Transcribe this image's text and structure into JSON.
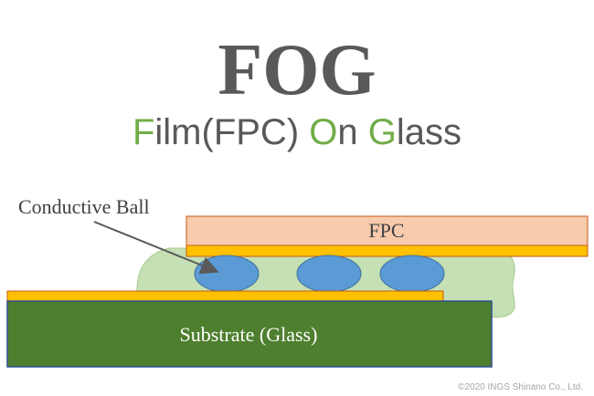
{
  "title": "FOG",
  "subtitle": {
    "parts": [
      {
        "text": "F",
        "highlight": true
      },
      {
        "text": "ilm(FPC) ",
        "highlight": false
      },
      {
        "text": "O",
        "highlight": true
      },
      {
        "text": "n ",
        "highlight": false
      },
      {
        "text": "G",
        "highlight": true
      },
      {
        "text": "lass",
        "highlight": false
      }
    ]
  },
  "labels": {
    "fpc": "FPC",
    "substrate": "Substrate (Glass)",
    "conductive_ball": "Conductive Ball"
  },
  "copyright": "©2020 INGS Shinano  Co., Ltd.",
  "colors": {
    "title": "#595959",
    "subtitle_text": "#595959",
    "highlight": "#70ad47",
    "fpc_fill": "#f8cbad",
    "fpc_border": "#c55a11",
    "electrode_fill": "#ffc000",
    "substrate_fill": "#4e7f2f",
    "substrate_border": "#2f4f8f",
    "adhesive_fill": "#c5e0b4",
    "adhesive_border": "#a9c98f",
    "ball_fill": "#5b9bd5",
    "ball_border": "#41719c",
    "arrow": "#595959",
    "copyright": "#a6a6a6"
  }
}
